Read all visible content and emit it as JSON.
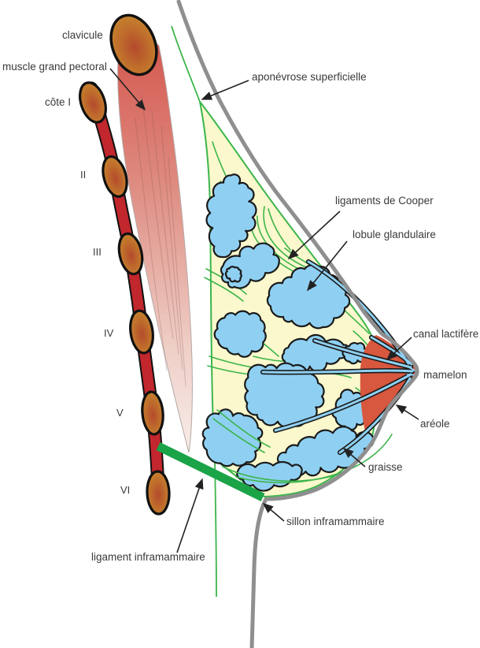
{
  "labels": {
    "clavicule": "clavicule",
    "muscle_grand_pectoral": "muscle grand pectoral",
    "cote_I": "côte I",
    "cote_II": "II",
    "cote_III": "III",
    "cote_IV": "IV",
    "cote_V": "V",
    "cote_VI": "VI",
    "aponevrose_superficielle": "aponévrose superficielle",
    "ligaments_de_cooper": "ligaments de Cooper",
    "lobule_glandulaire": "lobule glandulaire",
    "canal_lactifere": "canal lactifère",
    "mamelon": "mamelon",
    "areole": "aréole",
    "graisse": "graisse",
    "sillon_inframammaire": "sillon inframammaire",
    "ligament_inframammaire": "ligament inframammaire"
  },
  "colors": {
    "skin_gray": "#8F8F8F",
    "aponevrose_green": "#3CB54A",
    "ligament_green": "#1BA348",
    "fat_yellow": "#FBF8CD",
    "lobule_blue": "#8FD0F2",
    "lobule_outline": "#1A1A1A",
    "duct_blue": "#8FD0F2",
    "areola_red": "#D8573F",
    "rib_orange": "#C8872C",
    "rib_center_red": "#B44A2D",
    "intercostal_red": "#C1272D",
    "muscle_red_top": "#D55A52",
    "muscle_pale_bottom": "#F7ECE9",
    "label_text": "#3A3A3A",
    "arrow_black": "#222222"
  }
}
